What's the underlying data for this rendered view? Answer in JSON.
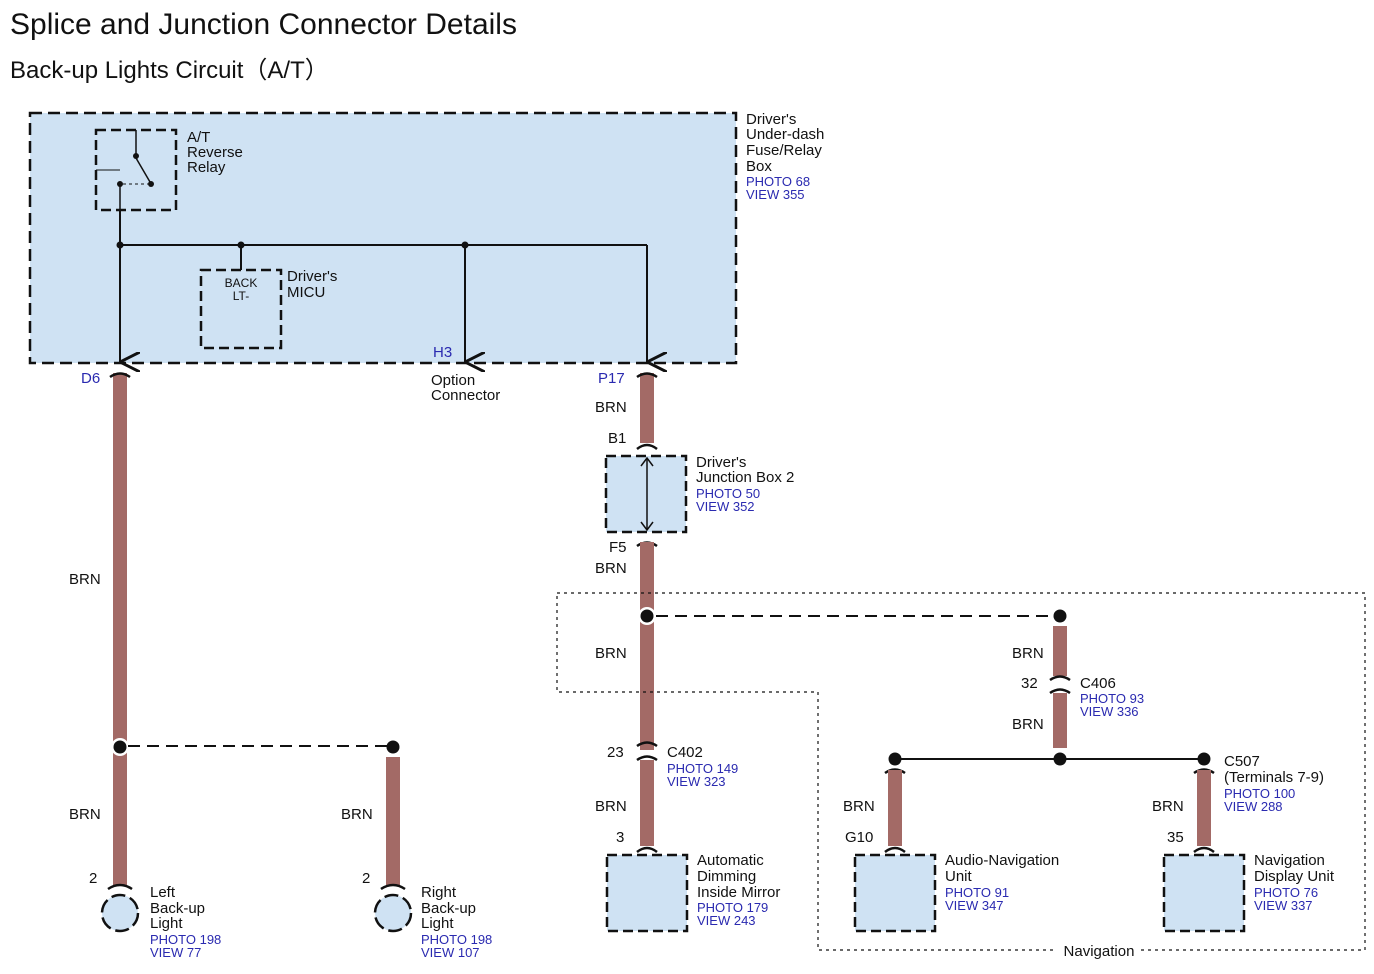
{
  "header": {
    "title": "Splice and Junction Connector Details",
    "subtitle": "Back-up Lights Circuit（A/T）"
  },
  "colors": {
    "wire_brn": "#a36a66",
    "box_fill": "#cfe2f3",
    "ref_blue": "#2a2ab0"
  },
  "fuse_box": {
    "name": [
      "Driver's",
      "Under-dash",
      "Fuse/Relay",
      "Box"
    ],
    "photo": "PHOTO 68",
    "view": "VIEW 355",
    "relay_label": [
      "A/T",
      "Reverse",
      "Relay"
    ],
    "micu_label": [
      "Driver's",
      "MICU"
    ],
    "micu_pin": [
      "BACK",
      "LT-"
    ]
  },
  "pins": {
    "d6": "D6",
    "h3": "H3",
    "p17": "P17",
    "b1": "B1",
    "f5": "F5",
    "p23": "23",
    "p3": "3",
    "p32": "32",
    "g10": "G10",
    "p35": "35",
    "left_2": "2",
    "right_2": "2"
  },
  "option_connector": [
    "Option",
    "Connector"
  ],
  "junction_box": {
    "name": [
      "Driver's",
      "Junction Box 2"
    ],
    "photo": "PHOTO 50",
    "view": "VIEW 352"
  },
  "wires": {
    "brn": "BRN"
  },
  "c402": {
    "name": "C402",
    "photo": "PHOTO 149",
    "view": "VIEW 323"
  },
  "c406": {
    "name": "C406",
    "photo": "PHOTO 93",
    "view": "VIEW 336"
  },
  "c507": {
    "name": [
      "C507",
      "(Terminals 7-9)"
    ],
    "photo": "PHOTO 100",
    "view": "VIEW 288"
  },
  "left_light": {
    "name": [
      "Left",
      "Back-up",
      "Light"
    ],
    "photo": "PHOTO 198",
    "view": "VIEW 77"
  },
  "right_light": {
    "name": [
      "Right",
      "Back-up",
      "Light"
    ],
    "photo": "PHOTO 198",
    "view": "VIEW 107"
  },
  "mirror": {
    "name": [
      "Automatic",
      "Dimming",
      "Inside Mirror"
    ],
    "photo": "PHOTO 179",
    "view": "VIEW 243"
  },
  "audio_nav": {
    "name": [
      "Audio-Navigation",
      "Unit"
    ],
    "photo": "PHOTO 91",
    "view": "VIEW 347"
  },
  "nav_display": {
    "name": [
      "Navigation",
      "Display Unit"
    ],
    "photo": "PHOTO 76",
    "view": "VIEW 337"
  },
  "navigation_label": "Navigation"
}
